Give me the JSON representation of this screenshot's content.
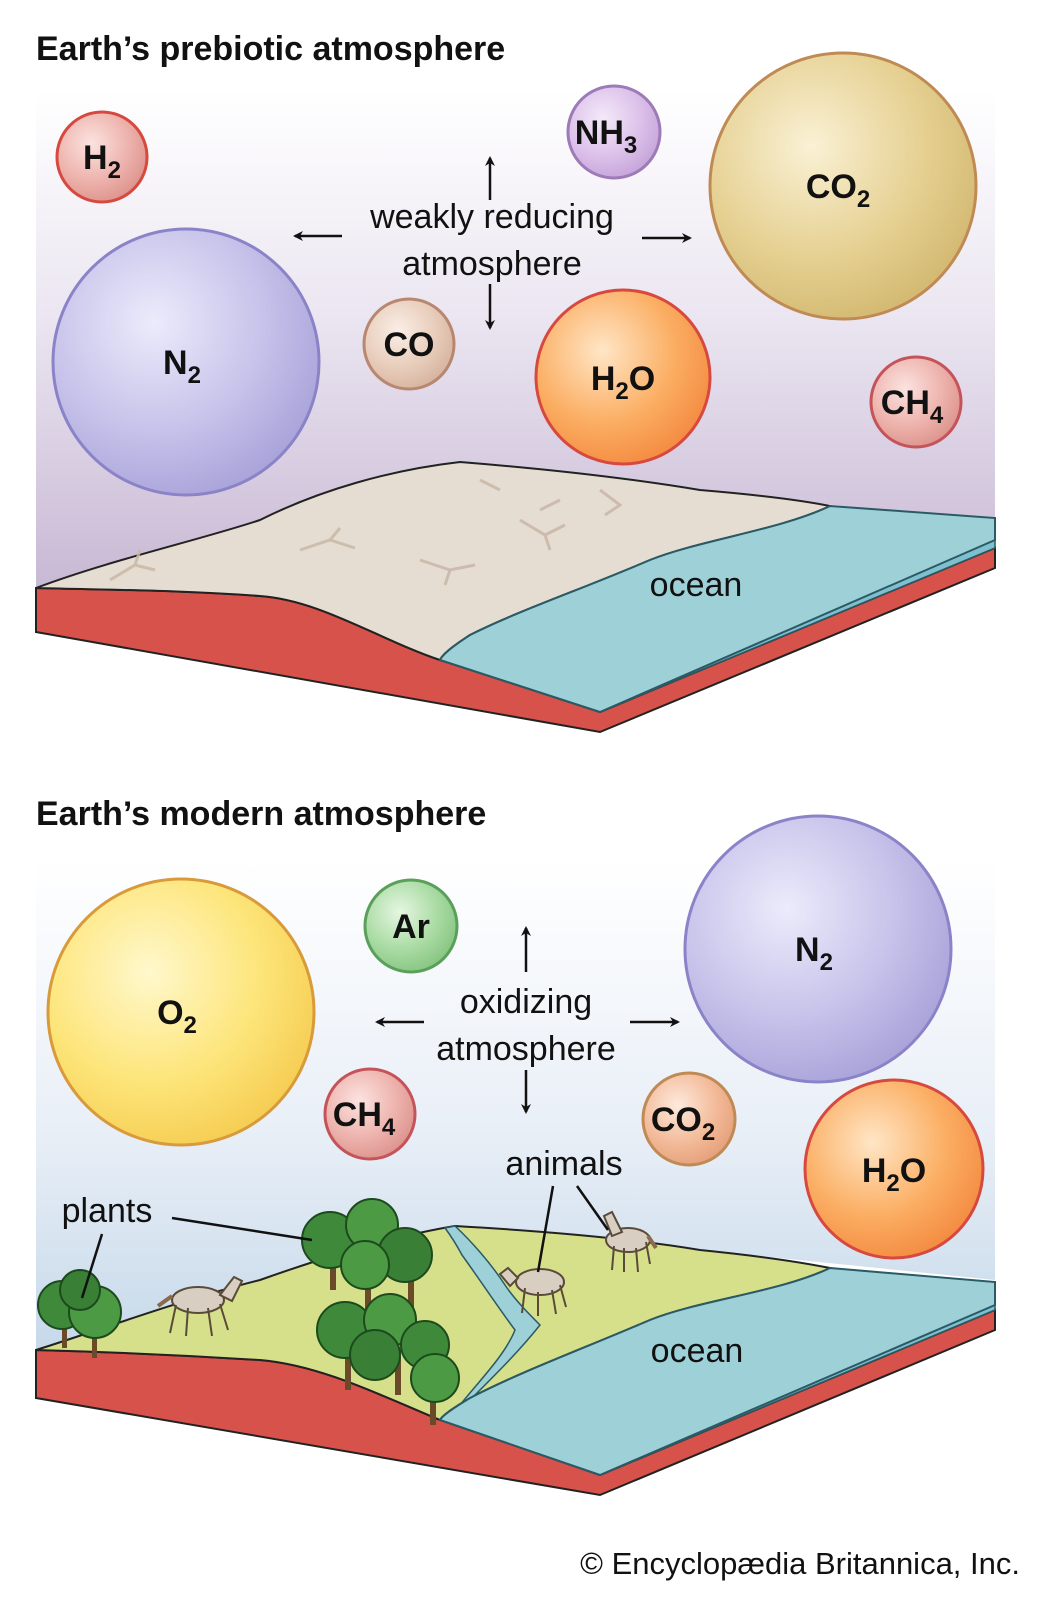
{
  "panels": [
    {
      "title": "Earth’s prebiotic atmosphere",
      "center_label_line1": "weakly reducing",
      "center_label_line2": "atmosphere",
      "ocean_label": "ocean",
      "molecules": [
        {
          "id": "h2",
          "base": "H",
          "sub": "2",
          "after": ""
        },
        {
          "id": "nh3",
          "base": "NH",
          "sub": "3",
          "after": ""
        },
        {
          "id": "co2",
          "base": "CO",
          "sub": "2",
          "after": ""
        },
        {
          "id": "n2",
          "base": "N",
          "sub": "2",
          "after": ""
        },
        {
          "id": "co",
          "base": "CO",
          "sub": "",
          "after": ""
        },
        {
          "id": "h2o",
          "base": "H",
          "sub": "2",
          "after": "O"
        },
        {
          "id": "ch4",
          "base": "CH",
          "sub": "4",
          "after": ""
        }
      ]
    },
    {
      "title": "Earth’s modern atmosphere",
      "center_label_line1": "oxidizing",
      "center_label_line2": "atmosphere",
      "ocean_label": "ocean",
      "plants_label": "plants",
      "animals_label": "animals",
      "molecules": [
        {
          "id": "ar",
          "base": "Ar",
          "sub": "",
          "after": ""
        },
        {
          "id": "o2",
          "base": "O",
          "sub": "2",
          "after": ""
        },
        {
          "id": "n2",
          "base": "N",
          "sub": "2",
          "after": ""
        },
        {
          "id": "ch4",
          "base": "CH",
          "sub": "4",
          "after": ""
        },
        {
          "id": "co2",
          "base": "CO",
          "sub": "2",
          "after": ""
        },
        {
          "id": "h2o",
          "base": "H",
          "sub": "2",
          "after": "O"
        }
      ]
    }
  ],
  "credit": "© Encyclopædia Britannica, Inc.",
  "colors": {
    "purple_sphere": "#c3bfe8",
    "yellow_sphere": "#fde57a",
    "orange_sphere": "#f9a050",
    "tan_sphere": "#e4cf88",
    "green_sphere": "#9fd49a",
    "ocean": "#8ec8d0",
    "crust": "#d9534a",
    "grass": "#d6e08a",
    "sand": "#e3dccf"
  }
}
